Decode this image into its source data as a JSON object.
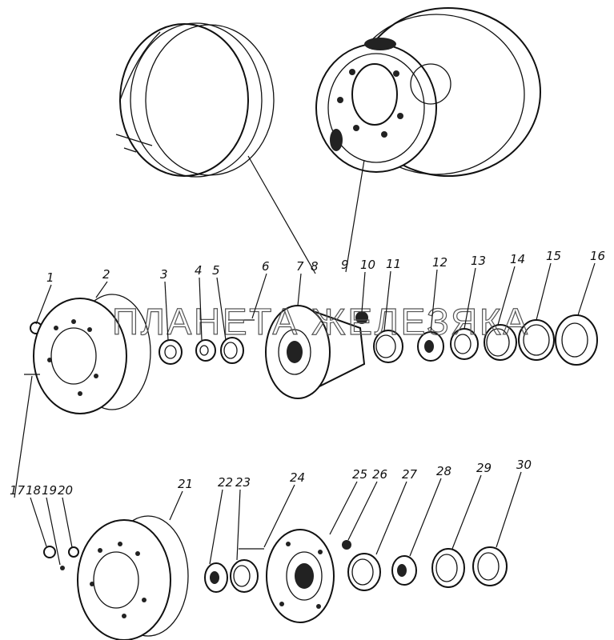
{
  "diagram": {
    "labels": [
      "1",
      "2",
      "3",
      "4",
      "5",
      "6",
      "7",
      "8",
      "9",
      "10",
      "11",
      "12",
      "13",
      "14",
      "15",
      "16",
      "17",
      "18",
      "19",
      "20",
      "21",
      "22",
      "23",
      "24",
      "25",
      "26",
      "27",
      "28",
      "29",
      "30"
    ],
    "watermark": "ПЛАНЕТА ЖЕЛЕЗЯКА"
  },
  "colors": {
    "ink": "#111111",
    "paper": "#ffffff"
  }
}
